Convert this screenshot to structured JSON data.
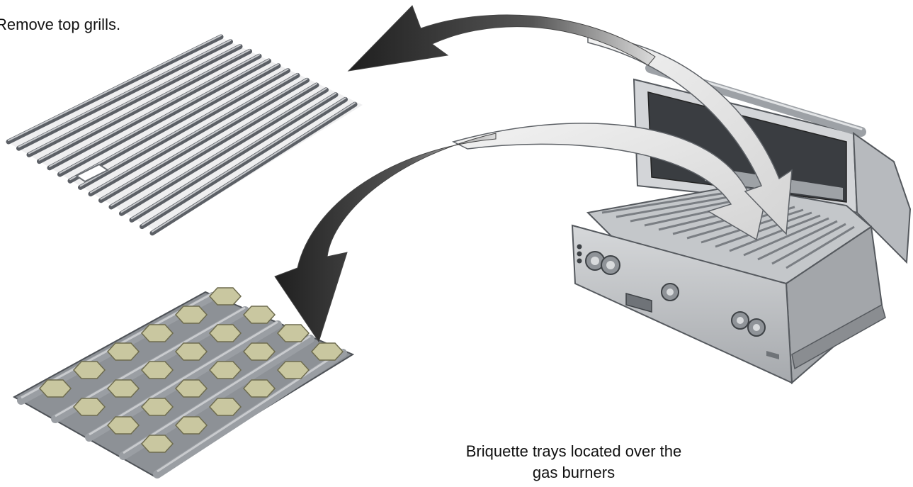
{
  "captions": {
    "remove_grills": "Remove top grills.",
    "briquette_line1": "Briquette trays located over the",
    "briquette_line2": "gas burners"
  },
  "colors": {
    "metal_light": "#c9cbce",
    "metal_mid": "#9a9ea3",
    "metal_dark": "#5c6066",
    "briquette": "#c9c7a0",
    "arrow_dark": "#2e2e2e",
    "arrow_light": "#e6e6e6"
  }
}
